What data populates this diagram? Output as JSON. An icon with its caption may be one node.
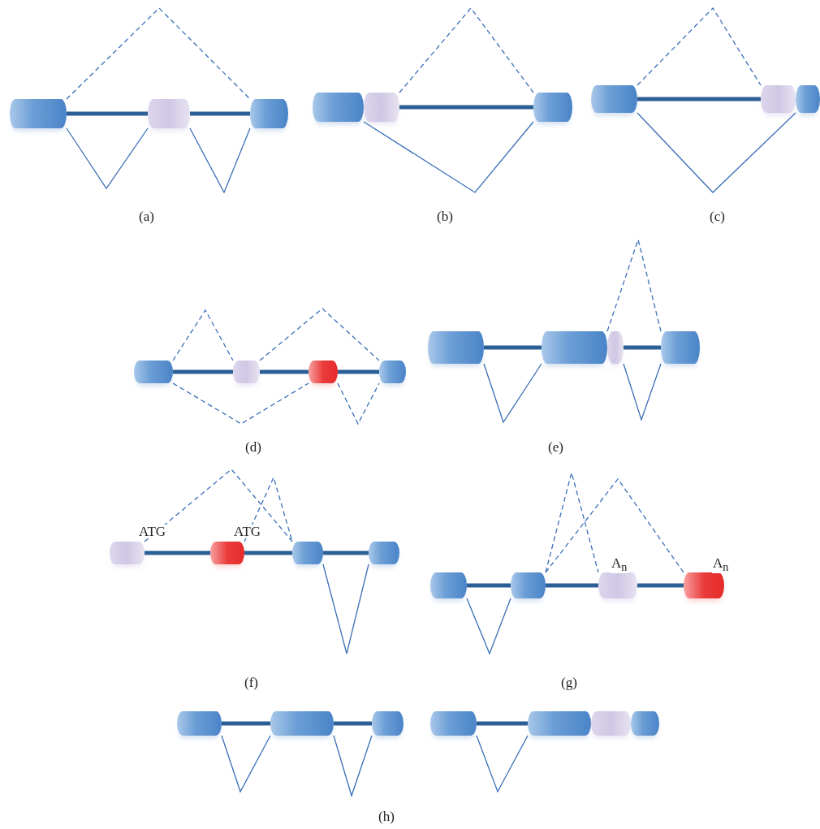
{
  "diagram": {
    "nodes": [
      {
        "text": [],
        "shape": "cylinder"
      },
      {
        "text": [],
        "shape": "cylinder"
      },
      {
        "text": [],
        "shape": "cylinder"
      },
      {
        "text": [],
        "shape": "cylinder"
      },
      {
        "text": [],
        "shape": "cylinder"
      },
      {
        "text": [],
        "shape": "cylinder"
      },
      {
        "text": [],
        "shape": "cylinder"
      },
      {
        "text": [],
        "shape": "cylinder"
      },
      {
        "text": [],
        "shape": "cylinder"
      },
      {
        "text": [],
        "shape": "cylinder"
      },
      {
        "text": [],
        "shape": "cylinder"
      },
      {
        "text": [],
        "shape": "cylinder"
      },
      {
        "text": [],
        "shape": "cylinder"
      },
      {
        "text": [],
        "shape": "cylinder"
      },
      {
        "text": [],
        "shape": "cylinder"
      },
      {
        "text": [],
        "shape": "cylinder"
      },
      {
        "text": [],
        "shape": "cylinder"
      },
      {
        "text": [],
        "shape": "cylinder",
        "beside": [
          "ATG"
        ]
      },
      {
        "text": [],
        "shape": "cylinder",
        "beside": [
          "ATG"
        ]
      },
      {
        "text": [],
        "shape": "cylinder"
      },
      {
        "text": [],
        "shape": "cylinder"
      },
      {
        "text": [],
        "shape": "cylinder"
      },
      {
        "text": [],
        "shape": "cylinder"
      },
      {
        "text": [],
        "shape": "cylinder",
        "beside": [
          "A$_{n}$"
        ]
      },
      {
        "text": [],
        "shape": "cylinder",
        "beside": [
          "A$_{n}$"
        ]
      },
      {
        "text": [],
        "shape": "cylinder"
      },
      {
        "text": [],
        "shape": "cylinder"
      },
      {
        "text": [],
        "shape": "cylinder"
      },
      {
        "text": [],
        "shape": "cylinder"
      },
      {
        "text": [],
        "shape": "cylinder"
      },
      {
        "text": [],
        "shape": "cylinder"
      },
      {
        "text": [],
        "shape": "cylinder"
      }
    ],
    "edges": [
      {
        "from": 0,
        "to": 1,
        "arrow": "none",
        "style": "thick"
      },
      {
        "from": 1,
        "to": 2,
        "arrow": "none",
        "style": "thick"
      },
      {
        "from": 0,
        "to": 2,
        "arrow": "none",
        "style": "dashed"
      },
      {
        "from": 0,
        "to": 1,
        "arrow": "none"
      },
      {
        "from": 1,
        "to": 2,
        "arrow": "none"
      },
      {
        "from": 4,
        "to": 5,
        "arrow": "none",
        "style": "thick"
      },
      {
        "from": 4,
        "to": 5,
        "arrow": "none",
        "style": "dashed"
      },
      {
        "from": 3,
        "to": 5,
        "arrow": "none"
      },
      {
        "from": 6,
        "to": 7,
        "arrow": "none",
        "style": "thick"
      },
      {
        "from": 6,
        "to": 7,
        "arrow": "none",
        "style": "dashed"
      },
      {
        "from": 6,
        "to": 8,
        "arrow": "none"
      },
      {
        "from": 9,
        "to": 10,
        "arrow": "none",
        "style": "thick"
      },
      {
        "from": 10,
        "to": 11,
        "arrow": "none",
        "style": "thick"
      },
      {
        "from": 11,
        "to": 12,
        "arrow": "none",
        "style": "thick"
      },
      {
        "from": 9,
        "to": 10,
        "arrow": "none",
        "style": "dashed"
      },
      {
        "from": 10,
        "to": 12,
        "arrow": "none",
        "style": "dashed"
      },
      {
        "from": 9,
        "to": 11,
        "arrow": "none",
        "style": "dashed"
      },
      {
        "from": 11,
        "to": 12,
        "arrow": "none",
        "style": "dashed"
      },
      {
        "from": 13,
        "to": 14,
        "arrow": "none",
        "style": "thick"
      },
      {
        "from": 15,
        "to": 16,
        "arrow": "none",
        "style": "thick"
      },
      {
        "from": 13,
        "to": 14,
        "arrow": "none"
      },
      {
        "from": 15,
        "to": 16,
        "arrow": "none"
      },
      {
        "from": 14,
        "to": 16,
        "arrow": "none",
        "style": "dashed"
      },
      {
        "from": 17,
        "to": 18,
        "arrow": "none",
        "style": "thick"
      },
      {
        "from": 18,
        "to": 19,
        "arrow": "none",
        "style": "thick"
      },
      {
        "from": 19,
        "to": 20,
        "arrow": "none",
        "style": "thick"
      },
      {
        "from": 17,
        "to": 19,
        "arrow": "none",
        "style": "dashed"
      },
      {
        "from": 18,
        "to": 19,
        "arrow": "none",
        "style": "dashed"
      },
      {
        "from": 19,
        "to": 20,
        "arrow": "none"
      },
      {
        "from": 21,
        "to": 22,
        "arrow": "none",
        "style": "thick"
      },
      {
        "from": 22,
        "to": 23,
        "arrow": "none",
        "style": "thick"
      },
      {
        "from": 23,
        "to": 24,
        "arrow": "none",
        "style": "thick"
      },
      {
        "from": 21,
        "to": 22,
        "arrow": "none"
      },
      {
        "from": 22,
        "to": 23,
        "arrow": "none",
        "style": "dashed"
      },
      {
        "from": 22,
        "to": 24,
        "arrow": "none",
        "style": "dashed"
      },
      {
        "from": 25,
        "to": 26,
        "arrow": "none",
        "style": "thick"
      },
      {
        "from": 26,
        "to": 27,
        "arrow": "none",
        "style": "thick"
      },
      {
        "from": 25,
        "to": 26,
        "arrow": "none"
      },
      {
        "from": 26,
        "to": 27,
        "arrow": "none"
      },
      {
        "from": 28,
        "to": 29,
        "arrow": "none",
        "style": "thick"
      },
      {
        "from": 28,
        "to": 29,
        "arrow": "none"
      }
    ],
    "labels": [
      "(a)",
      "(b)",
      "(c)",
      "(d)",
      "(e)",
      "(f)",
      "(g)",
      "(h)"
    ]
  }
}
